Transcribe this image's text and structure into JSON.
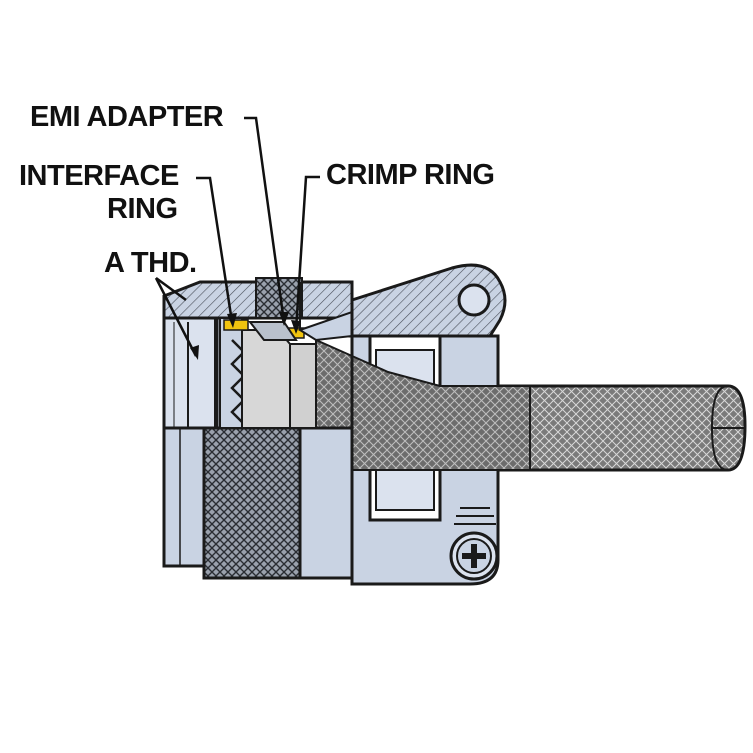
{
  "labels": {
    "emi_adapter": "EMI ADAPTER",
    "interface_ring_line1": "INTERFACE",
    "interface_ring_line2": "RING",
    "crimp_ring": "CRIMP RING",
    "a_thread": "A THD."
  },
  "colors": {
    "body_fill": "#c9d3e3",
    "outline": "#1a1a1a",
    "cable": "#6e6e6e",
    "insert": "#d7d7d7",
    "emi_adapter": "#f1c40f",
    "background": "#ffffff"
  },
  "icons": {
    "screw": "phillips-screw-icon",
    "pivot": "pivot-pin-icon"
  }
}
